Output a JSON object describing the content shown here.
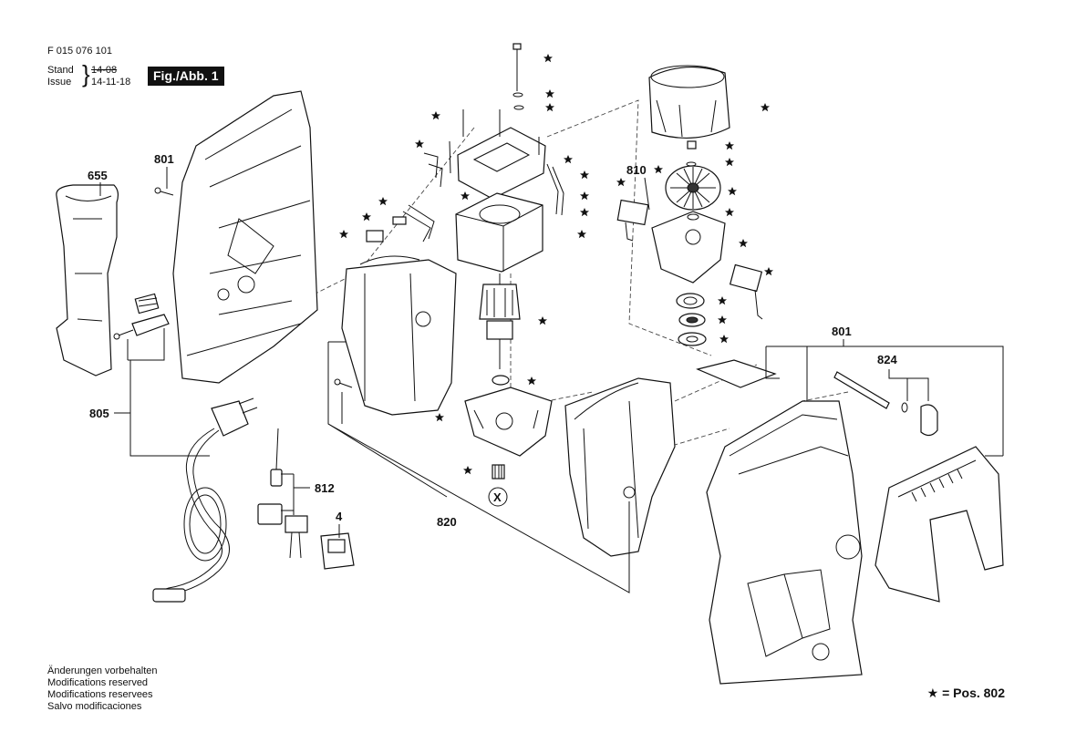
{
  "header": {
    "doc_number": "F 015 076 101",
    "stand_label": "Stand",
    "issue_label": "Issue",
    "stand_date_old": "14-08",
    "issue_date": "14-11-18",
    "figure_label": "Fig./Abb. 1"
  },
  "callouts": {
    "n655": "655",
    "n801a": "801",
    "n801b": "801",
    "n805": "805",
    "n810": "810",
    "n812": "812",
    "n4": "4",
    "n820": "820",
    "n824": "824",
    "nx": "X"
  },
  "notes": [
    "Änderungen vorbehalten",
    "Modifications reserved",
    "Modifications reservees",
    "Salvo modificaciones"
  ],
  "legend": {
    "star": "★",
    "text": "= Pos. 802"
  },
  "icons": {
    "star_marker": "star-icon"
  }
}
